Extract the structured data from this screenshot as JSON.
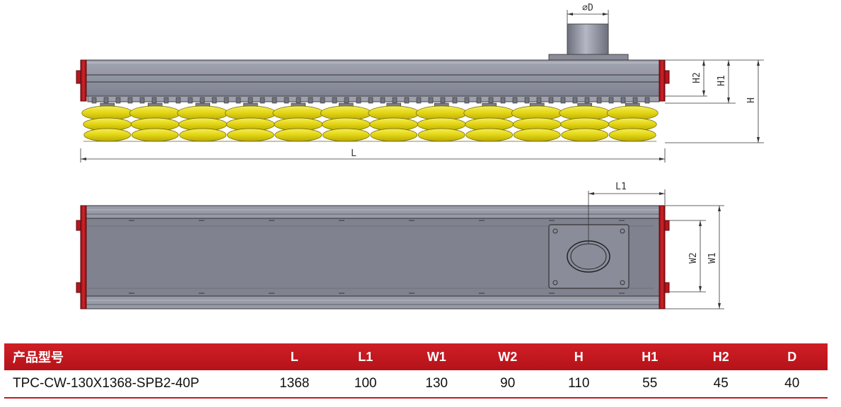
{
  "labels": {
    "diameter": "⌀D",
    "H2": "H2",
    "H1": "H1",
    "H": "H",
    "L": "L",
    "L1": "L1",
    "W2": "W2",
    "W1": "W1"
  },
  "table": {
    "headers": [
      "产品型号",
      "L",
      "L1",
      "W1",
      "W2",
      "H",
      "H1",
      "H2",
      "D"
    ],
    "row": [
      "TPC-CW-130X1368-SPB2-40P",
      "1368",
      "100",
      "130",
      "90",
      "110",
      "55",
      "45",
      "40"
    ]
  },
  "colors": {
    "body": "#8a8d99",
    "endcap": "#b8161c",
    "cup": "#e8dc18",
    "header_bg": "#c8161d"
  }
}
